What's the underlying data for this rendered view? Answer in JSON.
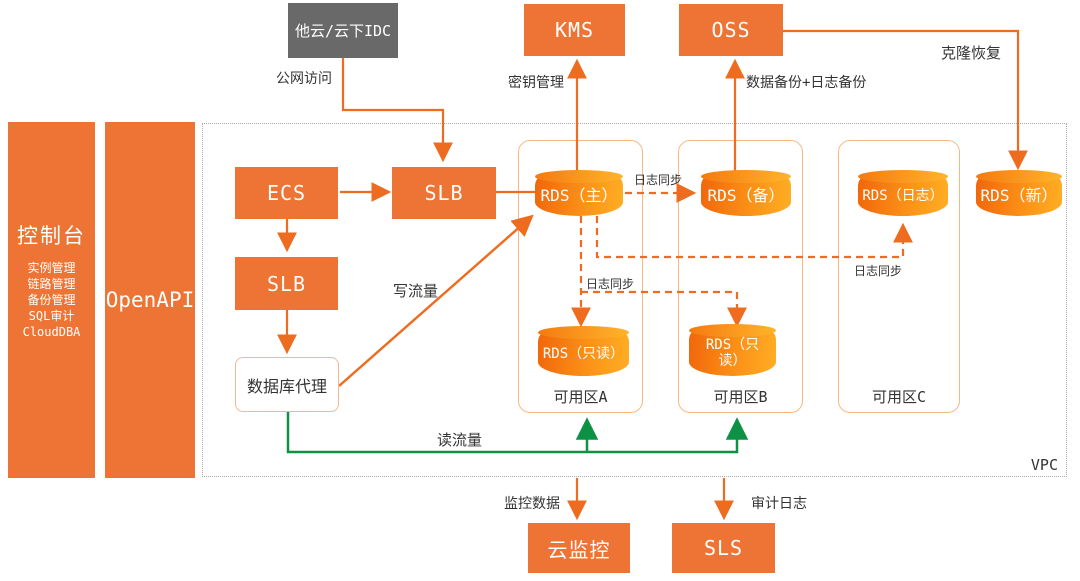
{
  "colors": {
    "box_orange": "#ED7435",
    "arrow_orange": "#ED6C1F",
    "cylinder_gradient_start": "#F1660B",
    "cylinder_gradient_end": "#FFAE24",
    "zone_border": "#F7B981",
    "gray_box": "#696969",
    "green_line": "#0D9245",
    "text_dark": "#333333",
    "vpc_border": "#ABABAB"
  },
  "external": {
    "idc": "他云/云下IDC",
    "kms": "KMS",
    "oss": "OSS",
    "cloud_monitor": "云监控",
    "sls": "SLS"
  },
  "console": {
    "title": "控制台",
    "items": [
      "实例管理",
      "链路管理",
      "备份管理",
      "SQL审计",
      "CloudDBA"
    ]
  },
  "openapi": {
    "label": "OpenAPI"
  },
  "vpc": {
    "label": "VPC",
    "nodes": {
      "ecs": "ECS",
      "slb_top": "SLB",
      "slb_left": "SLB",
      "db_proxy": "数据库代理",
      "rds_master": "RDS（主）",
      "rds_standby": "RDS（备）",
      "rds_readonly_a": "RDS（只读）",
      "rds_readonly_b": "RDS（只读）",
      "rds_log": "RDS（日志）",
      "rds_new": "RDS（新）"
    },
    "zones": [
      {
        "label": "可用区A"
      },
      {
        "label": "可用区B"
      },
      {
        "label": "可用区C"
      }
    ]
  },
  "edge_labels": {
    "public_access": "公网访问",
    "key_management": "密钥管理",
    "data_backup": "数据备份+日志备份",
    "clone_restore": "克隆恢复",
    "write_traffic": "写流量",
    "read_traffic": "读流量",
    "log_sync_master_standby": "日志同步",
    "log_sync_readonly": "日志同步",
    "log_sync_log": "日志同步",
    "monitor_data": "监控数据",
    "audit_log": "审计日志"
  }
}
